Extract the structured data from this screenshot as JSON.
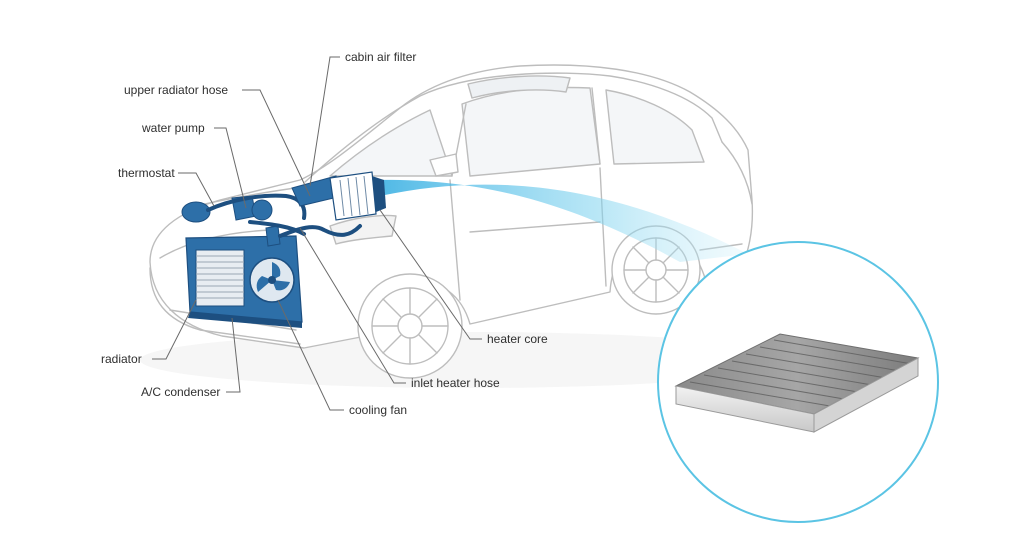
{
  "diagram": {
    "labels": {
      "cabin_air_filter": "cabin air filter",
      "upper_radiator_hose": "upper radiator hose",
      "water_pump": "water pump",
      "thermostat": "thermostat",
      "radiator": "radiator",
      "ac_condenser": "A/C condenser",
      "cooling_fan": "cooling fan",
      "inlet_heater_hose": "inlet heater hose",
      "heater_core": "heater core"
    },
    "colors": {
      "component_blue": "#2d6fa8",
      "component_dark": "#1d4f80",
      "beam_blue": "#4fc3e8",
      "zoom_circle": "#5bc4e4",
      "car_outline": "#bcbcbc",
      "leader_line": "#6a6a6a"
    }
  }
}
